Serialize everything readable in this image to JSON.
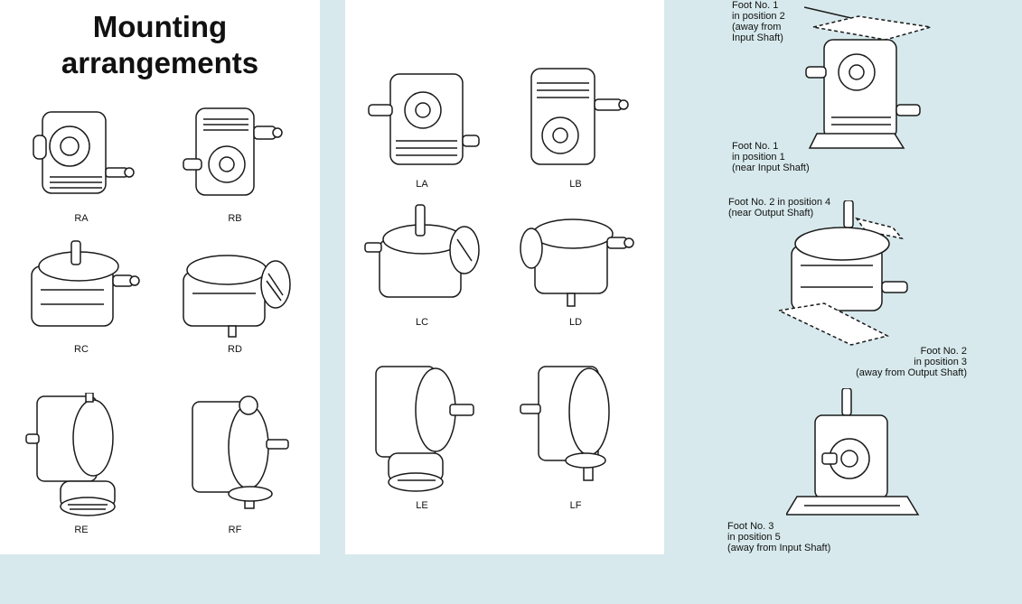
{
  "title_line1": "Mounting",
  "title_line2": "arrangements",
  "right_hand": [
    {
      "code": "RA"
    },
    {
      "code": "RB"
    },
    {
      "code": "RC"
    },
    {
      "code": "RD"
    },
    {
      "code": "RE"
    },
    {
      "code": "RF"
    }
  ],
  "left_hand": [
    {
      "code": "LA"
    },
    {
      "code": "LB"
    },
    {
      "code": "LC"
    },
    {
      "code": "LD"
    },
    {
      "code": "LE"
    },
    {
      "code": "LF"
    }
  ],
  "feet": {
    "foot1_pos2": "Foot No. 1\nin position 2\n(away from\nInput Shaft)",
    "foot1_pos1": "Foot No. 1\nin position 1\n(near Input Shaft)",
    "foot2_pos4": "Foot No. 2 in position 4\n(near Output Shaft)",
    "foot2_pos3": "Foot No. 2\nin position 3\n(away from Output Shaft)",
    "foot3_pos5": "Foot No. 3\nin position 5\n(away from Input Shaft)"
  },
  "colors": {
    "background": "#d7e9ec",
    "panel": "#ffffff",
    "line": "#1a1a1a"
  }
}
